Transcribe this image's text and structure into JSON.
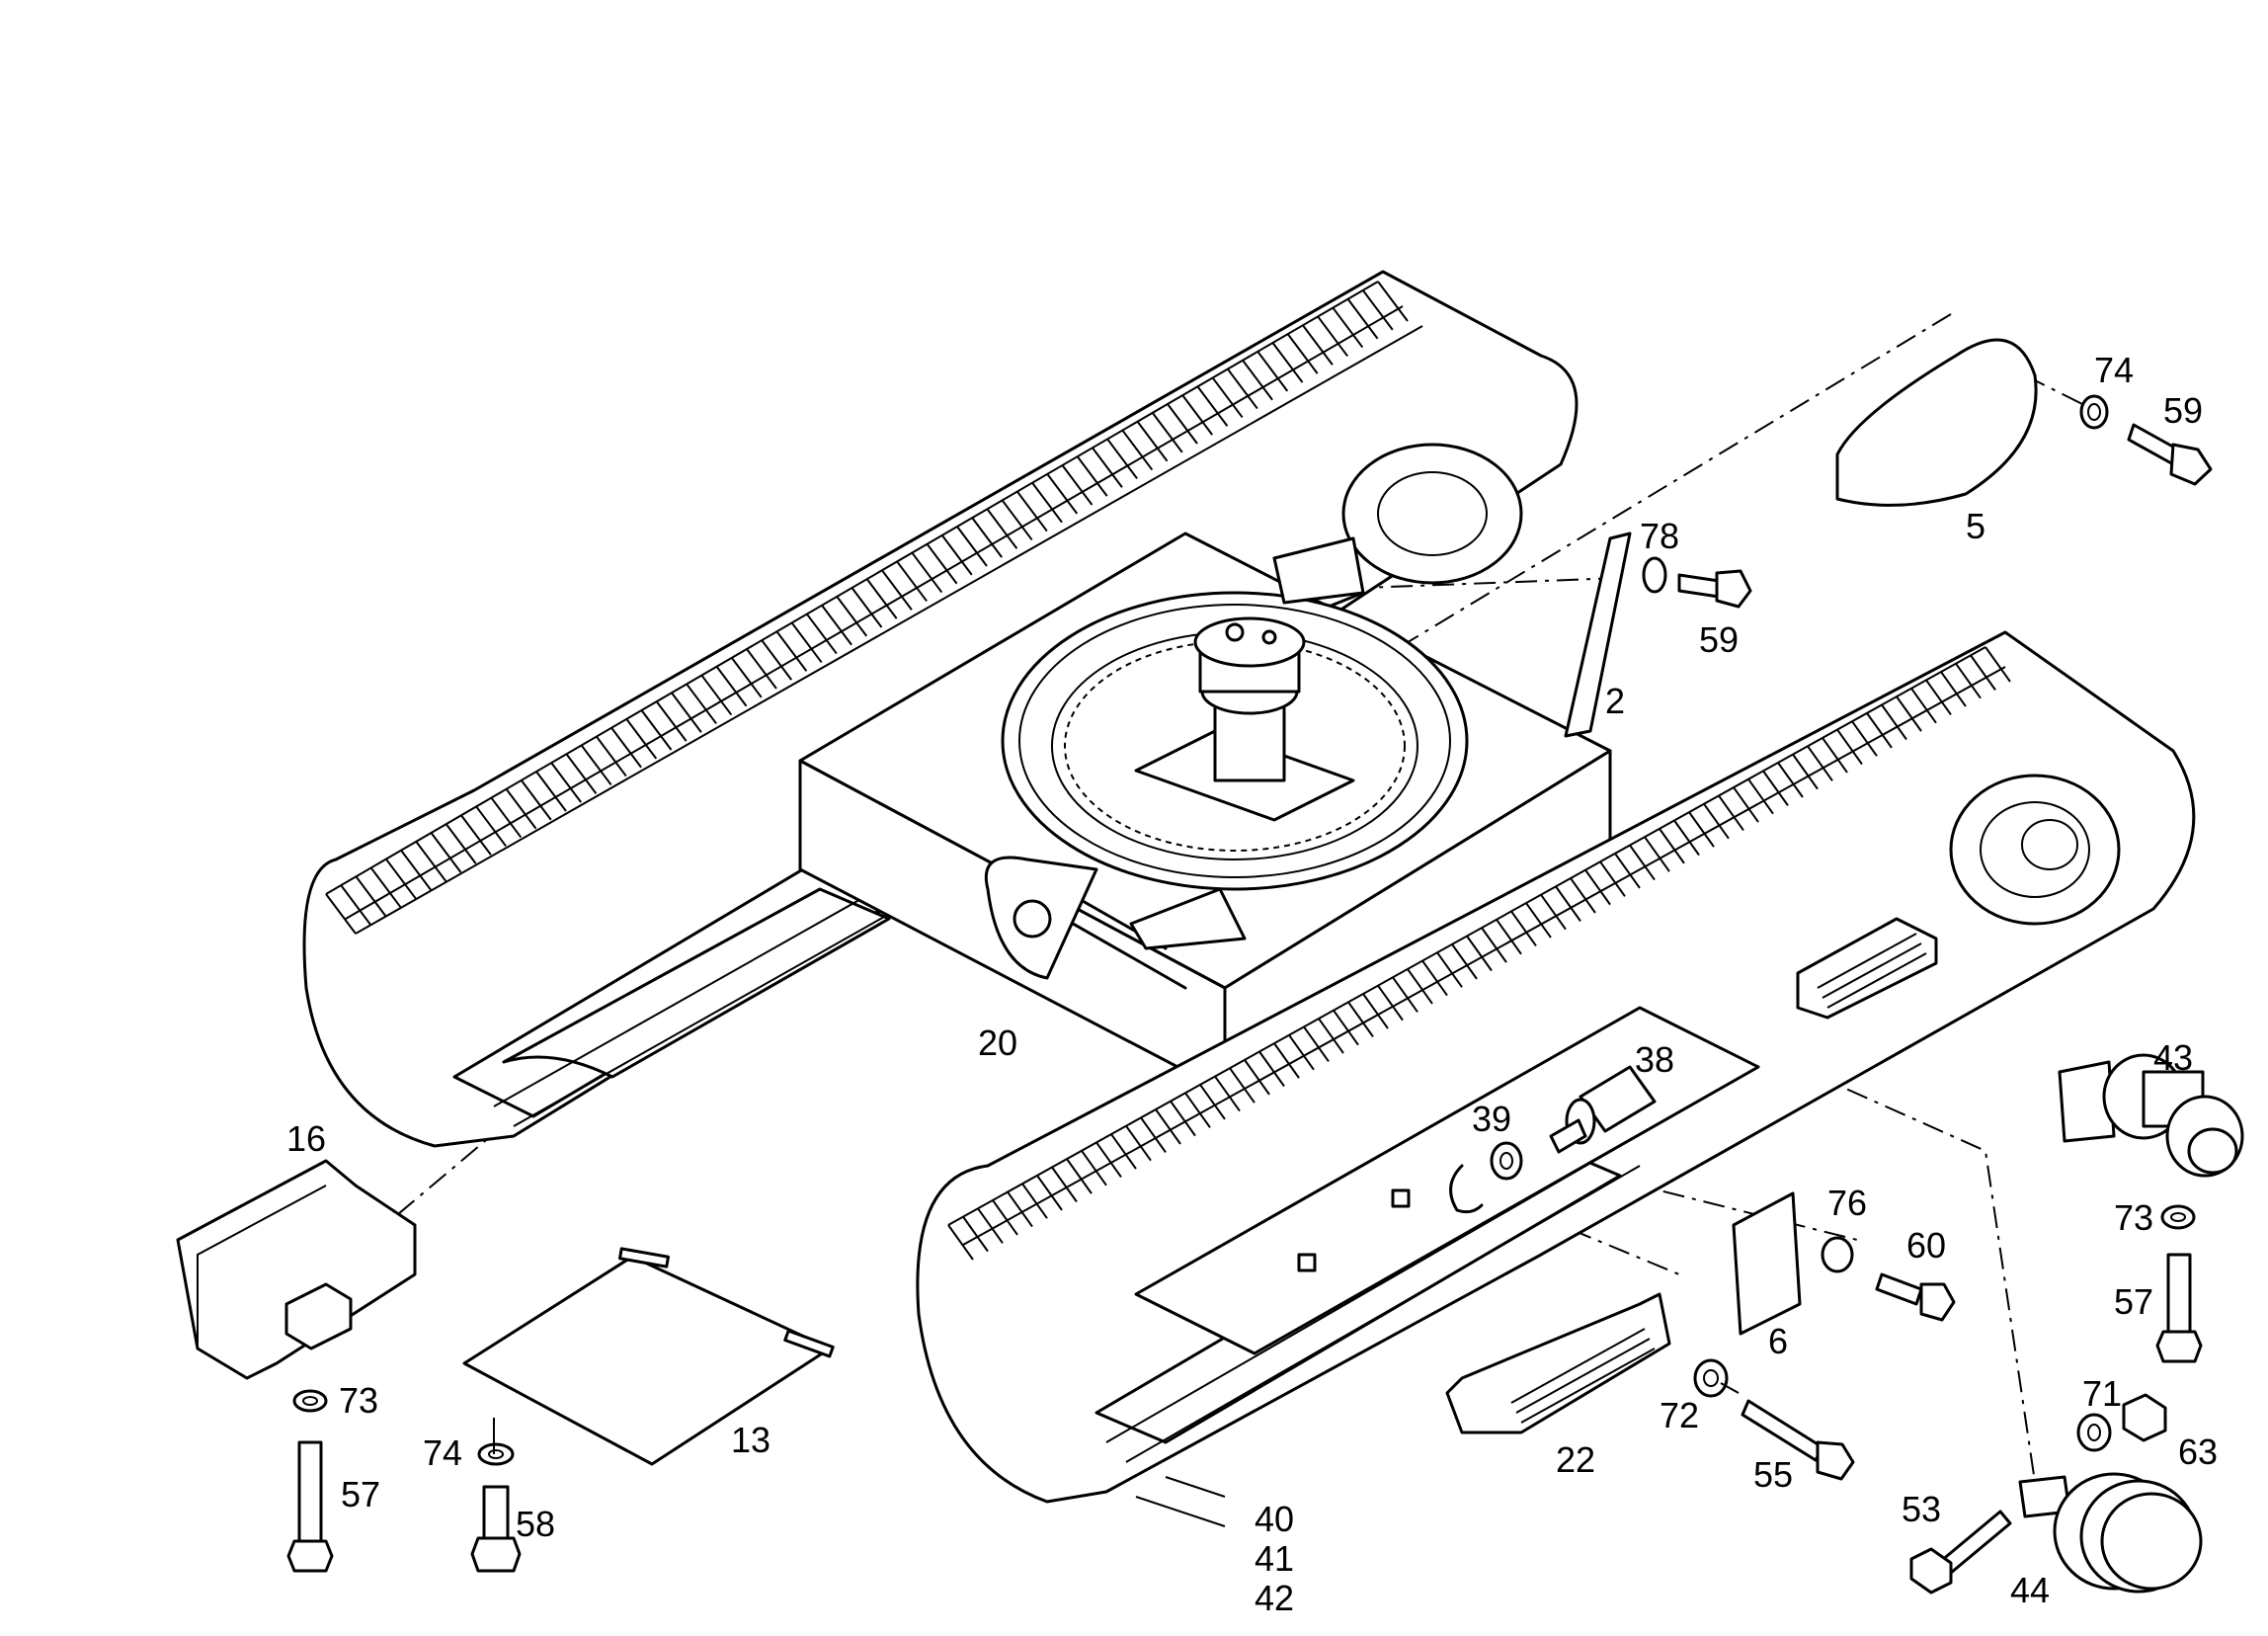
{
  "callouts": [
    "74",
    "59",
    "5",
    "78",
    "59",
    "2",
    "20",
    "38",
    "39",
    "43",
    "16",
    "73",
    "57",
    "13",
    "74",
    "58",
    "76",
    "60",
    "6",
    "73",
    "57",
    "72",
    "55",
    "22",
    "71",
    "63",
    "40",
    "41",
    "42",
    "53",
    "44"
  ]
}
